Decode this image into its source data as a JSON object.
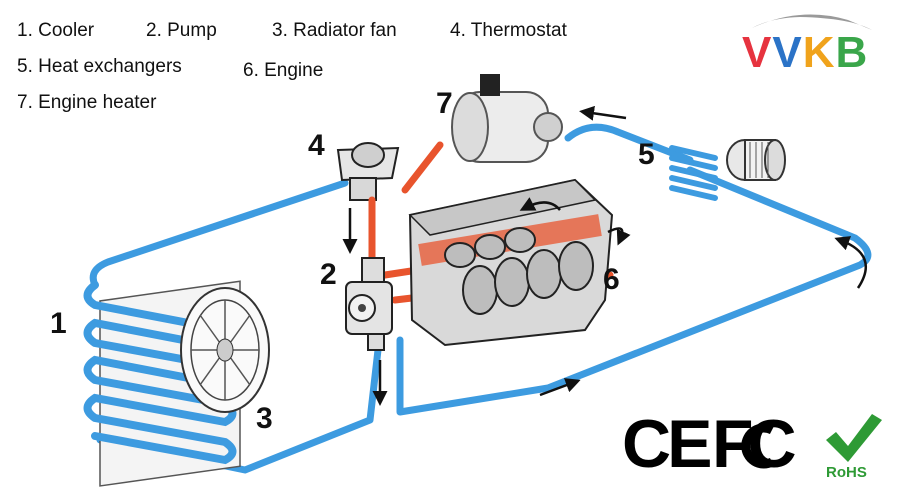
{
  "legend": {
    "items": [
      "1. Cooler",
      "2. Pump",
      "3. Radiator fan",
      "4. Thermostat",
      "5. Heat exchangers",
      "6. Engine",
      "7. Engine heater"
    ]
  },
  "diagram": {
    "labels": [
      "1",
      "2",
      "3",
      "4",
      "5",
      "6",
      "7"
    ],
    "colors": {
      "cold_pipe": "#3d9be0",
      "hot_pipe": "#e8542d",
      "outline": "#222222"
    }
  },
  "brand": {
    "letters": [
      {
        "char": "V",
        "color": "#e6333f"
      },
      {
        "char": "V",
        "color": "#2b73c7"
      },
      {
        "char": "K",
        "color": "#f0a31c"
      },
      {
        "char": "B",
        "color": "#3aa64a"
      }
    ],
    "swoosh_color": "#9a9a9a"
  },
  "certifications": {
    "ce": "CE",
    "fcc": "FC",
    "rohs": "RoHS",
    "rohs_color": "#2e9a35"
  }
}
